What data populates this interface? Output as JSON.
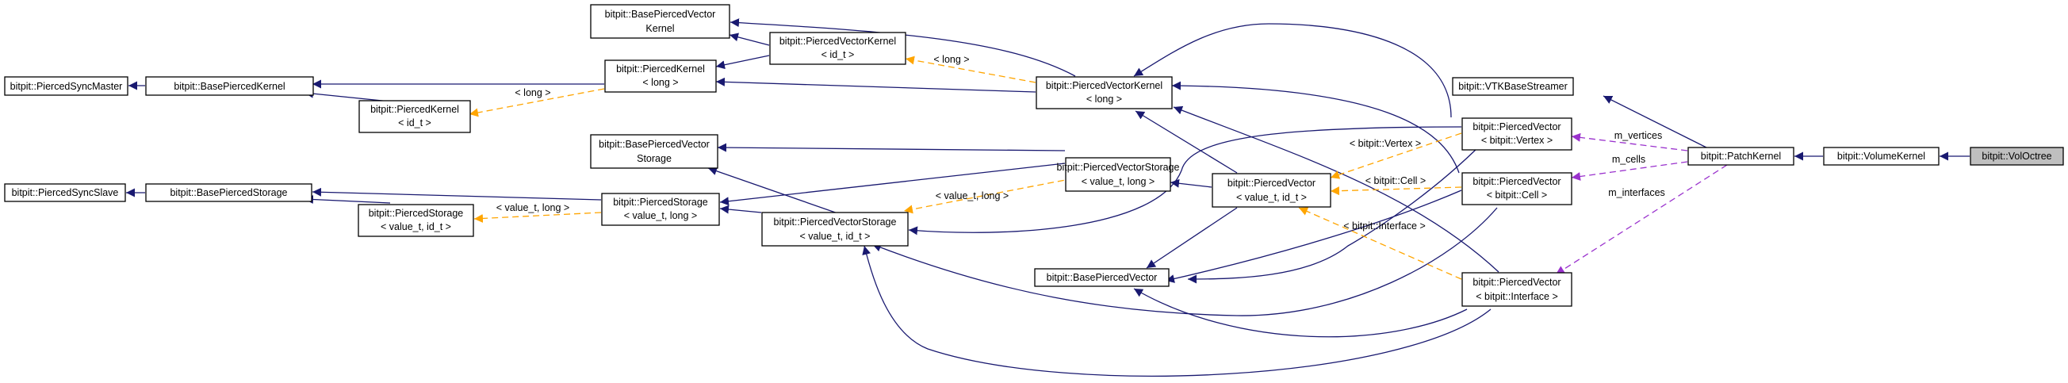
{
  "colors": {
    "inheritance": "#191970",
    "template": "#ffa500",
    "member": "#9a32cd",
    "focus_fill": "#bfbfbf"
  },
  "nodes": {
    "piercedSyncMaster": [
      "bitpit::PiercedSyncMaster"
    ],
    "basePiercedKernel": [
      "bitpit::BasePiercedKernel"
    ],
    "basePiercedVectorKernel": [
      "bitpit::BasePiercedVector",
      "Kernel"
    ],
    "piercedVectorKernelId": [
      "bitpit::PiercedVectorKernel",
      "< id_t >"
    ],
    "piercedKernelLong": [
      "bitpit::PiercedKernel",
      "< long >"
    ],
    "piercedKernelId": [
      "bitpit::PiercedKernel",
      "< id_t >"
    ],
    "piercedVectorKernelLong": [
      "bitpit::PiercedVectorKernel",
      "< long >"
    ],
    "vtkBaseStreamer": [
      "bitpit::VTKBaseStreamer"
    ],
    "piercedVectorVertex": [
      "bitpit::PiercedVector",
      "< bitpit::Vertex >"
    ],
    "patchKernel": [
      "bitpit::PatchKernel"
    ],
    "volumeKernel": [
      "bitpit::VolumeKernel"
    ],
    "volOctree": [
      "bitpit::VolOctree"
    ],
    "basePiercedVectorStorage": [
      "bitpit::BasePiercedVector",
      "Storage"
    ],
    "piercedVectorStorageLong": [
      "bitpit::PiercedVectorStorage",
      "< value_t, long >"
    ],
    "piercedVectorGeneric": [
      "bitpit::PiercedVector",
      "< value_t, id_t >"
    ],
    "piercedVectorCell": [
      "bitpit::PiercedVector",
      "< bitpit::Cell >"
    ],
    "piercedSyncSlave": [
      "bitpit::PiercedSyncSlave"
    ],
    "basePiercedStorage": [
      "bitpit::BasePiercedStorage"
    ],
    "piercedStorageLong": [
      "bitpit::PiercedStorage",
      "< value_t, long >"
    ],
    "piercedStorageId": [
      "bitpit::PiercedStorage",
      "< value_t, id_t >"
    ],
    "piercedVectorStorageId": [
      "bitpit::PiercedVectorStorage",
      "< value_t, id_t >"
    ],
    "basePiercedVector": [
      "bitpit::BasePiercedVector"
    ],
    "piercedVectorInterface": [
      "bitpit::PiercedVector",
      "< bitpit::Interface >"
    ]
  },
  "edge_labels": {
    "long_pvk": "< long >",
    "long_pk": "< long >",
    "vertex": "< bitpit::Vertex >",
    "cell": "< bitpit::Cell >",
    "interface": "< bitpit::Interface >",
    "value_long_ps": "< value_t, long >",
    "value_long_pvs": "< value_t, long >",
    "m_vertices": "m_vertices",
    "m_cells": "m_cells",
    "m_interfaces": "m_interfaces"
  }
}
